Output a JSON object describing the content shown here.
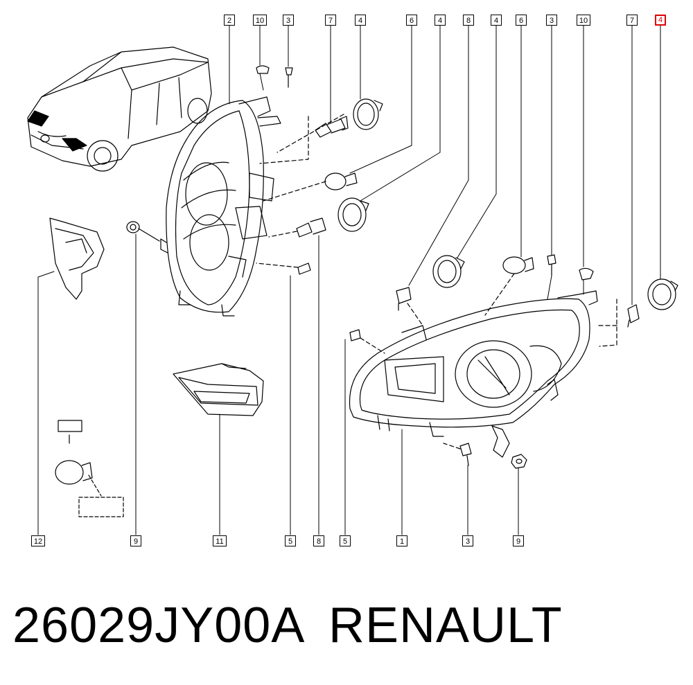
{
  "diagram": {
    "top_callouts": [
      "2",
      "10",
      "3",
      "7",
      "4",
      "6",
      "4",
      "8",
      "4",
      "6",
      "3",
      "10",
      "7",
      "4"
    ],
    "bottom_callouts": [
      "12",
      "9",
      "11",
      "5",
      "8",
      "5",
      "1",
      "3",
      "9"
    ],
    "highlighted_callout": "4",
    "highlight_color": "#e00000",
    "line_color": "#000000"
  },
  "caption": {
    "part_number": "26029JY00A",
    "brand": "RENAULT"
  }
}
